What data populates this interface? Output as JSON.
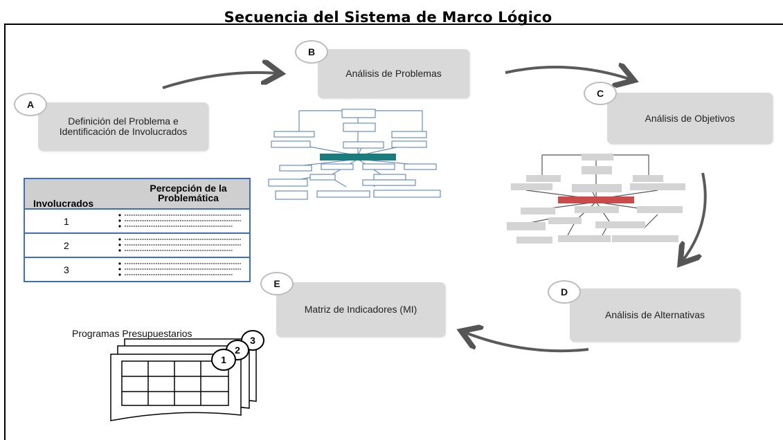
{
  "title": "Secuencia del Sistema de Marco Lógico",
  "steps": [
    {
      "letter": "A",
      "label": "Definición del Problema e Identificación de Involucrados"
    },
    {
      "letter": "B",
      "label": "Análisis de Problemas"
    },
    {
      "letter": "C",
      "label": "Análisis de Objetivos"
    },
    {
      "letter": "D",
      "label": "Análisis de Alternativas"
    },
    {
      "letter": "E",
      "label": "Matriz de Indicadores (MI)"
    }
  ],
  "stakeholder_table": {
    "headers": [
      "Involucrados",
      "Percepción de la Problemática"
    ],
    "rows": [
      "1",
      "2",
      "3"
    ]
  },
  "programs": {
    "label": "Programas Presupuestarios",
    "sheets": [
      "1",
      "2",
      "3"
    ]
  },
  "colors": {
    "problem_tree_accent": "#1c7c7c",
    "objective_tree_accent": "#c94b4b",
    "box_fill": "#d9d9d9",
    "table_border": "#3f6fb0"
  }
}
